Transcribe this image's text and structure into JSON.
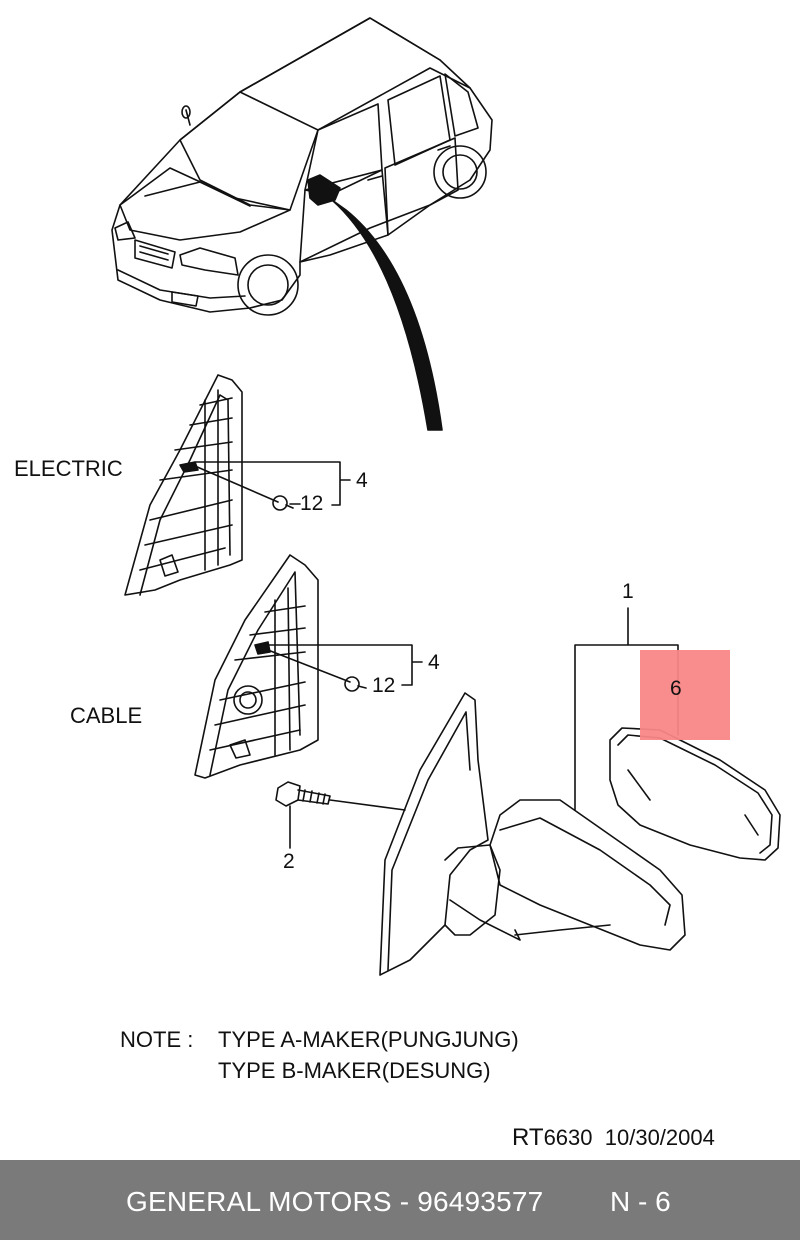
{
  "labels": {
    "electric": "ELECTRIC",
    "cable": "CABLE"
  },
  "callouts": {
    "c1": "1",
    "c2": "2",
    "c4_top": "4",
    "c4_bottom": "4",
    "c6": "6",
    "c12_top": "12",
    "c12_bottom": "12"
  },
  "note": {
    "prefix": "NOTE :",
    "line1": "TYPE A-MAKER(PUNGJUNG)",
    "line2": "TYPE B-MAKER(DESUNG)"
  },
  "drawing_ref": {
    "prefix": "RT",
    "number": "6630",
    "date": "10/30/2004"
  },
  "footer": {
    "part_info": "GENERAL MOTORS - 96493577",
    "page": "N - 6"
  },
  "colors": {
    "highlight": "#f98686",
    "footer_bg": "#7a7a7a",
    "line": "#111111"
  }
}
